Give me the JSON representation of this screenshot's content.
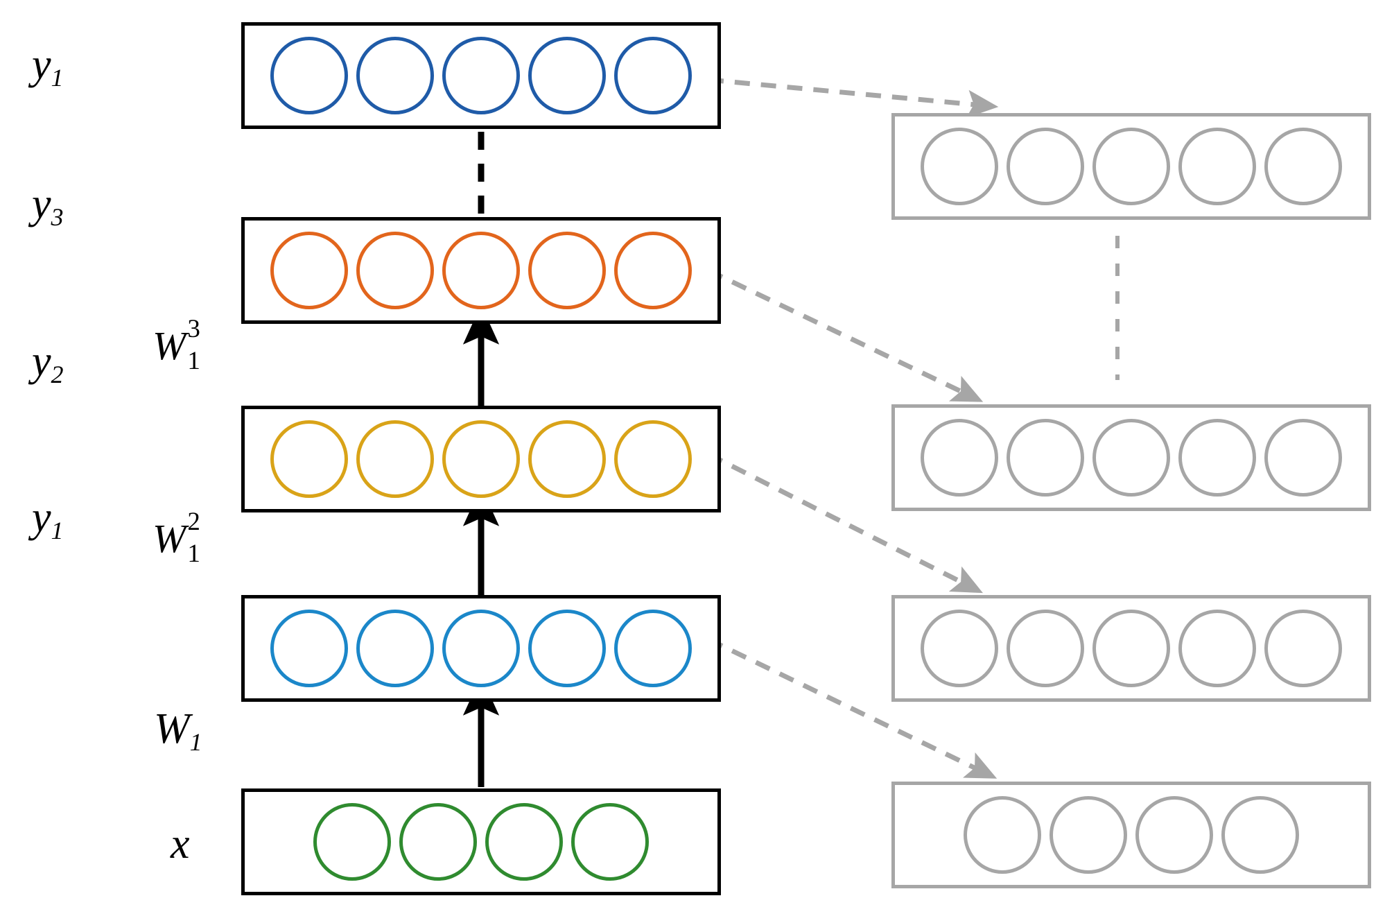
{
  "diagram": {
    "title": "Progressive neural network layer-stack diagram",
    "background": "#ffffff",
    "colors": {
      "box_border_main": "#000000",
      "box_border_ghost": "#a6a6a6",
      "node_navy": "#1f5ba8",
      "node_orange": "#e2651c",
      "node_amber": "#d9a318",
      "node_blue": "#1b87c9",
      "node_green": "#2f8b2f",
      "node_ghost": "#a6a6a6",
      "arrow_solid": "#000000",
      "arrow_dashed": "#a6a6a6"
    },
    "left_column": {
      "layers": [
        {
          "id": "layer-y1-top",
          "label": {
            "base": "y",
            "sub": "1",
            "sup": ""
          },
          "node_count": 5,
          "node_color": "#1f5ba8",
          "border_color": "#000000"
        },
        {
          "id": "layer-y3",
          "label": {
            "base": "y",
            "sub": "3",
            "sup": ""
          },
          "node_count": 5,
          "node_color": "#e2651c",
          "border_color": "#000000"
        },
        {
          "id": "layer-y2",
          "label": {
            "base": "y",
            "sub": "2",
            "sup": ""
          },
          "node_count": 5,
          "node_color": "#d9a318",
          "border_color": "#000000"
        },
        {
          "id": "layer-y1-bottom",
          "label": {
            "base": "y",
            "sub": "1",
            "sup": ""
          },
          "node_count": 5,
          "node_color": "#1b87c9",
          "border_color": "#000000"
        },
        {
          "id": "layer-x",
          "label": {
            "base": "x",
            "sub": "",
            "sup": ""
          },
          "node_count": 4,
          "node_color": "#2f8b2f",
          "border_color": "#000000"
        }
      ],
      "weights": [
        {
          "id": "weight-w1-3",
          "base": "W",
          "sub": "1",
          "sup": "3"
        },
        {
          "id": "weight-w1-2",
          "base": "W",
          "sub": "1",
          "sup": "2"
        },
        {
          "id": "weight-w1",
          "base": "W",
          "sub": "1",
          "sup": ""
        }
      ]
    },
    "right_column": {
      "layers": [
        {
          "id": "ghost-layer-top",
          "node_count": 5,
          "node_color": "#a6a6a6",
          "border_color": "#a6a6a6"
        },
        {
          "id": "ghost-layer-third",
          "node_count": 5,
          "node_color": "#a6a6a6",
          "border_color": "#a6a6a6"
        },
        {
          "id": "ghost-layer-second",
          "node_count": 5,
          "node_color": "#a6a6a6",
          "border_color": "#a6a6a6"
        },
        {
          "id": "ghost-layer-input",
          "node_count": 4,
          "node_color": "#a6a6a6",
          "border_color": "#a6a6a6"
        }
      ]
    },
    "connectors": {
      "solid_vertical_arrows": 3,
      "dashed_vertical_separator_left": 1,
      "dashed_vertical_separator_right": 1,
      "dashed_lateral_arrows": 4
    }
  }
}
